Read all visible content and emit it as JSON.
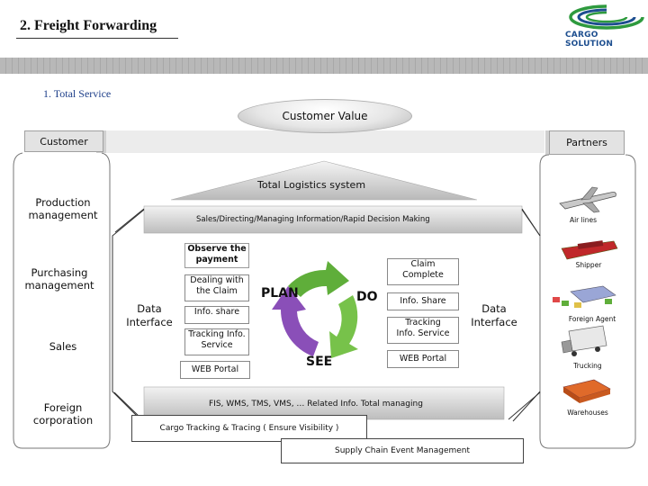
{
  "header": {
    "title": "2. Freight Forwarding",
    "logo_text": "CARGO SOLUTION"
  },
  "subtitle": "1. Total Service",
  "customer_value": "Customer Value",
  "customer": {
    "label": "Customer",
    "items": [
      "Production\nmanagement",
      "Purchasing\nmanagement",
      "Sales",
      "Foreign\ncorporation"
    ]
  },
  "partners": {
    "label": "Partners",
    "items": [
      "Air lines",
      "Shipper",
      "Foreign Agent",
      "Trucking",
      "Warehouses"
    ]
  },
  "logistics_system": "Total Logistics system",
  "sales_bar": "Sales/Directing/Managing Information/Rapid Decision Making",
  "data_interface_left": "Data\nInterface",
  "data_interface_right": "Data\nInterface",
  "left_items": [
    "Observe the\npayment",
    "Dealing with\nthe Claim",
    "Info. share",
    "Tracking Info.\nService",
    "WEB Portal"
  ],
  "right_items": [
    "Claim\nComplete",
    "Info. Share",
    "Tracking\nInfo. Service",
    "WEB Portal"
  ],
  "cycle": {
    "plan": "PLAN",
    "do": "DO",
    "see": "SEE"
  },
  "fis_bar": "FIS, WMS, TMS, VMS, … Related Info. Total managing",
  "cargo_tracking": "Cargo Tracking & Tracing ( Ensure Visibility )",
  "scem": "Supply Chain Event Management",
  "colors": {
    "title_blue": "#1e3f8a",
    "cycle_green": "#5fae3a",
    "cycle_purple": "#8a4fb8",
    "logo_green": "#2e9a3e",
    "logo_blue": "#1d4e8f"
  }
}
